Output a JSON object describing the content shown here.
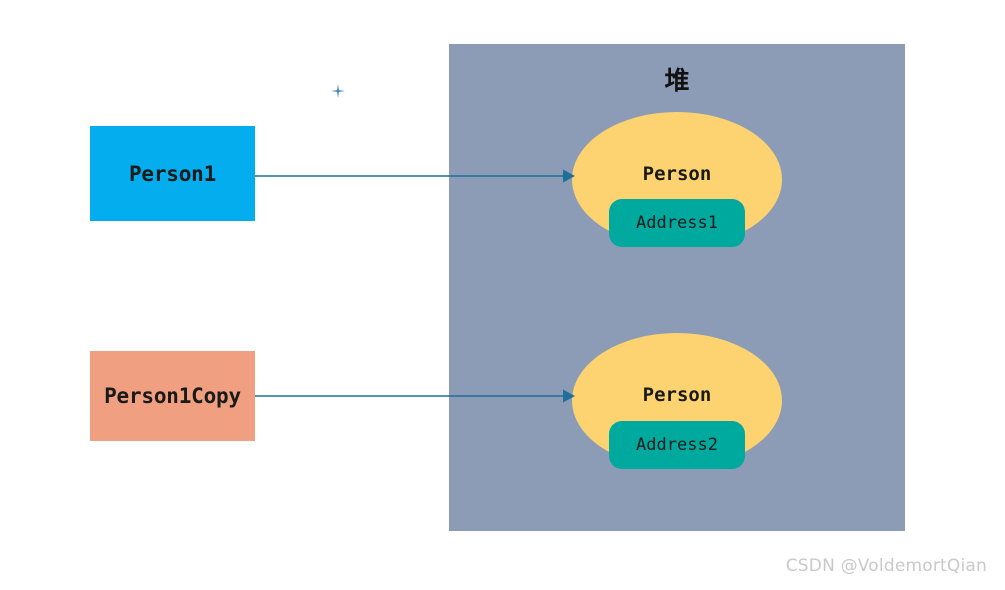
{
  "diagram": {
    "title_hidden": "",
    "heap": {
      "label": "堆",
      "panel_color": "#8c9cb6"
    },
    "stack_variables": [
      {
        "name": "person1",
        "label": "Person1",
        "color": "#03adee"
      },
      {
        "name": "person1copy",
        "label": "Person1Copy",
        "color": "#f0a081"
      }
    ],
    "heap_objects": [
      {
        "name": "person-object-1",
        "label": "Person",
        "color": "#fcd370",
        "field": {
          "label": "Address1",
          "color": "#00a99d"
        }
      },
      {
        "name": "person-object-2",
        "label": "Person",
        "color": "#fcd370",
        "field": {
          "label": "Address2",
          "color": "#00a99d"
        }
      }
    ],
    "arrows": [
      {
        "name": "arrow-person1-to-object1",
        "color": "#1f6f9a"
      },
      {
        "name": "arrow-person1copy-to-object2",
        "color": "#1f6f9a"
      }
    ],
    "marker": {
      "name": "crosshair-marker",
      "color": "#3d85c8"
    }
  },
  "watermark": {
    "text": "CSDN @VoldemortQian",
    "color": "#c9c9c9"
  }
}
